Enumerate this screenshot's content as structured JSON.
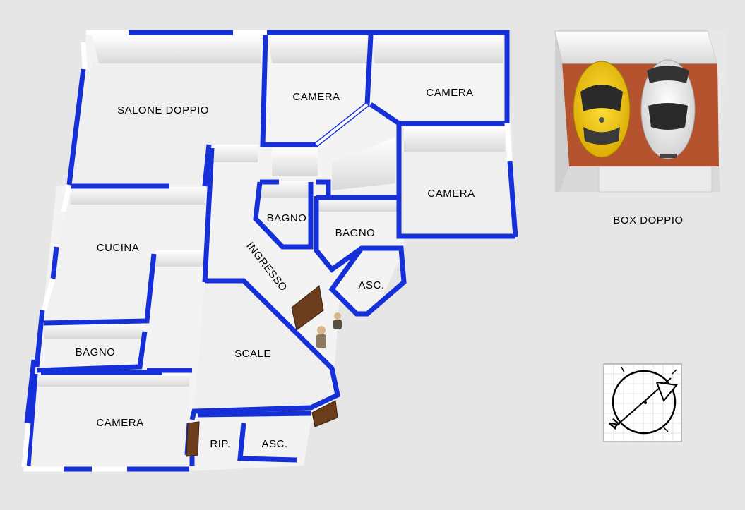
{
  "plan": {
    "rooms": [
      {
        "id": "salone",
        "label": "SALONE DOPPIO"
      },
      {
        "id": "camera-top-1",
        "label": "CAMERA"
      },
      {
        "id": "camera-top-2",
        "label": "CAMERA"
      },
      {
        "id": "camera-right",
        "label": "CAMERA"
      },
      {
        "id": "bagno-center-1",
        "label": "BAGNO"
      },
      {
        "id": "bagno-center-2",
        "label": "BAGNO"
      },
      {
        "id": "cucina",
        "label": "CUCINA"
      },
      {
        "id": "bagno-left",
        "label": "BAGNO"
      },
      {
        "id": "ingresso",
        "label": "INGRESSO"
      },
      {
        "id": "asc-1",
        "label": "ASC."
      },
      {
        "id": "scale",
        "label": "SCALE"
      },
      {
        "id": "camera-bottom",
        "label": "CAMERA"
      },
      {
        "id": "rip",
        "label": "RIP."
      },
      {
        "id": "asc-2",
        "label": "ASC."
      }
    ],
    "garage_label": "BOX DOPPIO",
    "compass_letter": "N",
    "colors": {
      "wall": "#1530d8",
      "wall_white": "#ffffff",
      "floor": "#f2f2f2",
      "door": "#6b3d1c",
      "garage_floor": "#b5532e",
      "car_yellow": "#f0c20a",
      "car_white": "#ffffff",
      "background": "#e6e6e6"
    }
  }
}
